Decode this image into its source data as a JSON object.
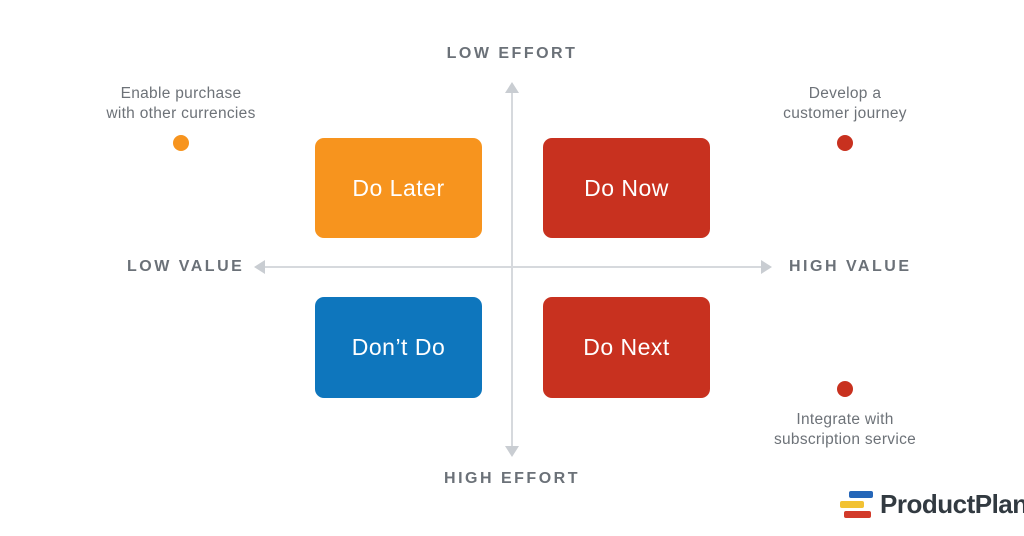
{
  "matrix": {
    "axes": {
      "top": "LOW EFFORT",
      "bottom": "HIGH EFFORT",
      "left": "LOW VALUE",
      "right": "HIGH VALUE"
    },
    "quadrants": [
      {
        "id": "do-later",
        "label": "Do Later",
        "color": "#f7941e"
      },
      {
        "id": "do-now",
        "label": "Do Now",
        "color": "#c8311f"
      },
      {
        "id": "dont-do",
        "label": "Don’t Do",
        "color": "#0e76bd"
      },
      {
        "id": "do-next",
        "label": "Do Next",
        "color": "#c8311f"
      }
    ],
    "annotations": [
      {
        "position": "top-left",
        "lines": [
          "Enable purchase",
          "with other currencies"
        ],
        "dot_color": "#f7941e"
      },
      {
        "position": "top-right",
        "lines": [
          "Develop a",
          "customer journey"
        ],
        "dot_color": "#c8311f"
      },
      {
        "position": "bottom-right",
        "lines": [
          "Integrate with",
          "subscription service"
        ],
        "dot_color": "#c8311f"
      }
    ],
    "line_color": "#d6d9dd",
    "label_color": "#6b7178"
  },
  "branding": {
    "logo_text": "ProductPlan",
    "logo_bar_colors": [
      "#2566b8",
      "#f2c233",
      "#d23a2a"
    ]
  }
}
